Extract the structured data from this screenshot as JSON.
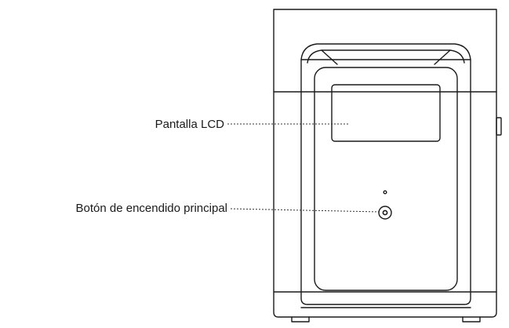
{
  "diagram": {
    "callouts": [
      {
        "id": "lcd",
        "label": "Pantalla LCD"
      },
      {
        "id": "power",
        "label": "Botón de encendido principal"
      }
    ],
    "colors": {
      "stroke": "#1a1a1a",
      "background": "#ffffff",
      "leader_line": "#333333"
    }
  }
}
